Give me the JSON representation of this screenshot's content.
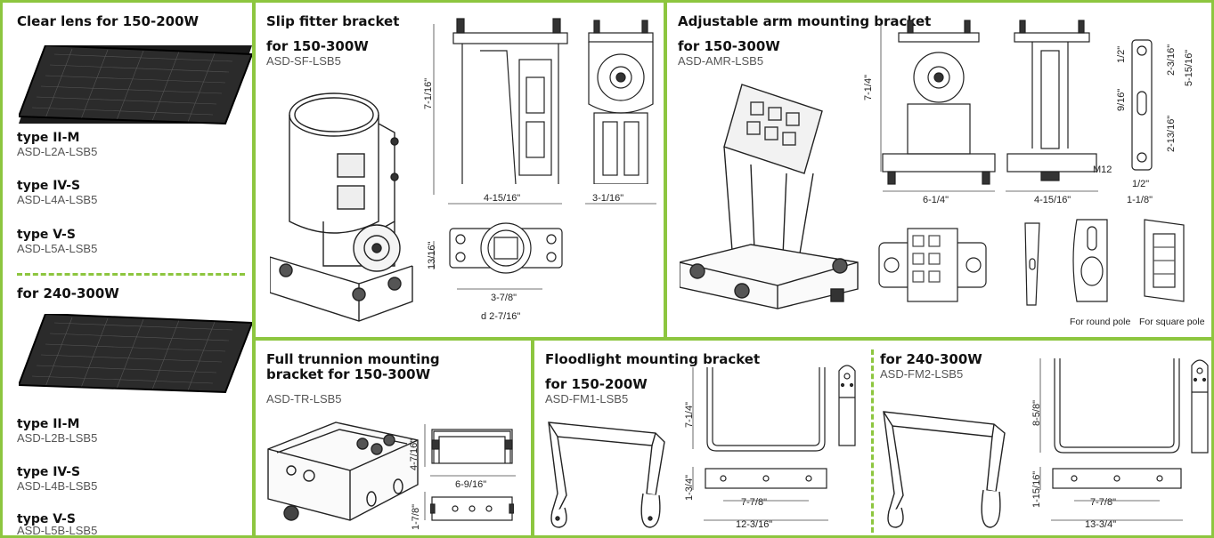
{
  "lens": {
    "title_1": "Clear lens for 150-200W",
    "title_2": "for 240-300W",
    "group_1": [
      {
        "type": "type II-M",
        "code": "ASD-L2A-LSB5"
      },
      {
        "type": "type IV-S",
        "code": "ASD-L4A-LSB5"
      },
      {
        "type": "type V-S",
        "code": "ASD-L5A-LSB5"
      }
    ],
    "group_2": [
      {
        "type": "type II-M",
        "code": "ASD-L2B-LSB5"
      },
      {
        "type": "type IV-S",
        "code": "ASD-L4B-LSB5"
      },
      {
        "type": "type V-S",
        "code": "ASD-L5B-LSB5"
      }
    ]
  },
  "slip_fitter": {
    "title": "Slip fitter bracket",
    "subtitle": "for 150-300W",
    "code": "ASD-SF-LSB5",
    "dims": {
      "height": "7-1/16\"",
      "width": "4-15/16\"",
      "depth": "3-1/16\"",
      "top_h": "13/16\"",
      "top_w": "3-7/8\"",
      "diam": "d 2-7/16\""
    }
  },
  "arm": {
    "title": "Adjustable arm mounting bracket",
    "subtitle": "for 150-300W",
    "code": "ASD-AMR-LSB5",
    "dims": {
      "height": "7-1/4\"",
      "width": "6-1/4\"",
      "depth": "4-15/16\"",
      "a": "1/2\"",
      "b": "9/16\"",
      "c": "2-3/16\"",
      "d": "5-15/16\"",
      "e": "2-13/16\"",
      "f": "M12",
      "g": "1/2\"",
      "h": "1-1/8\""
    },
    "caption_round": "For round pole",
    "caption_square": "For square pole"
  },
  "trunnion": {
    "title_1": "Full trunnion mounting",
    "title_2": "bracket for 150-300W",
    "code": "ASD-TR-LSB5",
    "dims": {
      "height": "4-7/16\"",
      "width": "6-9/16\"",
      "depth": "1-7/8\""
    }
  },
  "flood": {
    "title": "Floodlight mounting bracket",
    "subtitle_1": "for 150-200W",
    "code_1": "ASD-FM1-LSB5",
    "dims_1": {
      "height": "7-1/4\"",
      "depth": "1-3/4\"",
      "hole": "7-7/8\"",
      "width": "12-3/16\""
    },
    "subtitle_2": "for 240-300W",
    "code_2": "ASD-FM2-LSB5",
    "dims_2": {
      "height": "8-5/8\"",
      "depth": "1-15/16\"",
      "hole": "7-7/8\"",
      "width": "13-3/4\""
    }
  },
  "colors": {
    "accent": "#8dc63f",
    "text": "#111111",
    "code": "#555555"
  }
}
